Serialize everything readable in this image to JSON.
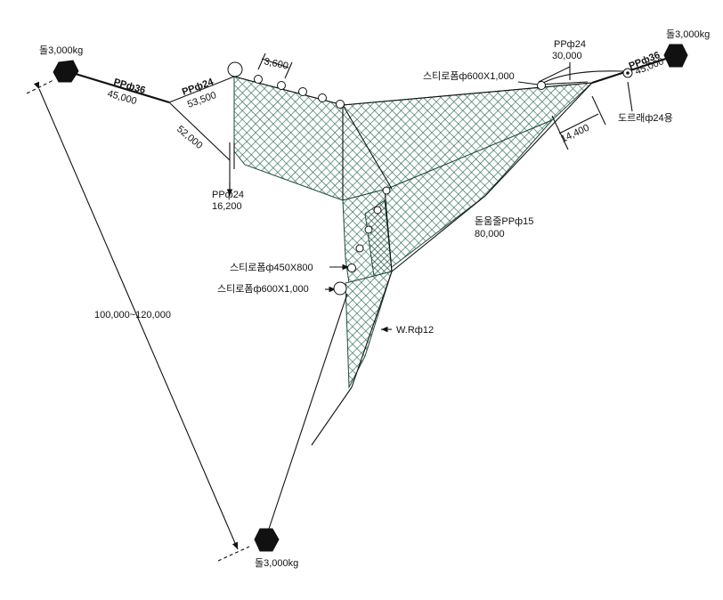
{
  "anchors": {
    "top_left": "돌3,000kg",
    "top_right": "돌3,000kg",
    "bottom": "돌3,000kg"
  },
  "ropes": {
    "left_pp36": {
      "name": "PPф36",
      "length": "45,000"
    },
    "left_pp24": {
      "name": "PPф24",
      "length": "53,500"
    },
    "left_lower": {
      "length": "52,000"
    },
    "left_short_pp24": {
      "name": "PPф24",
      "length": "16,200"
    },
    "right_pp24": {
      "name": "PPф24",
      "length": "30,000"
    },
    "right_pp36": {
      "name": "PPф36",
      "length": "45,000"
    },
    "pulley": "도르래ф24용",
    "support": {
      "name": "돋움줄PPф15",
      "length": "80,000"
    },
    "wire": "W.Rф12"
  },
  "dimensions": {
    "buoy_spacing": "3,600",
    "right_offset": "14,400",
    "total_span": "100,000~120,000"
  },
  "floats": {
    "top_right": "스티로폼ф600X1,000",
    "mid_small": "스티로폼ф450X800",
    "mid_large": "스티로폼ф600X1,000"
  }
}
